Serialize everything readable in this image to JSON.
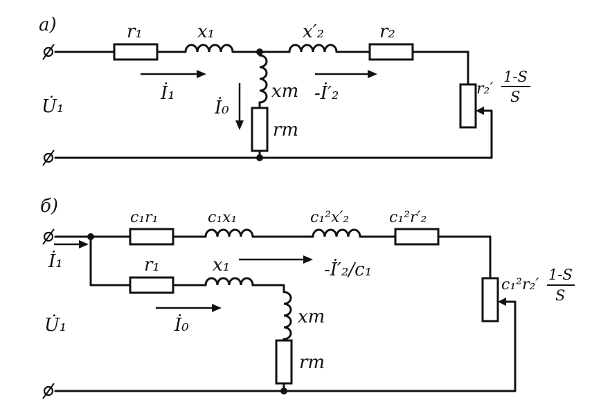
{
  "diagram_a": {
    "tag": "a)",
    "voltage": "U̇₁",
    "r1": "r₁",
    "x1": "x₁",
    "x2p": "x′₂",
    "r2": "r₂",
    "xm": "xm",
    "rm": "rm",
    "i1": "İ₁",
    "i0": "İ₀",
    "i2p": "-İ′₂",
    "load_coeff": "r₂′",
    "load_num": "1-S",
    "load_den": "S"
  },
  "diagram_b": {
    "tag": "б)",
    "voltage": "U̇₁",
    "c1r1": "c₁r₁",
    "c1x1": "c₁x₁",
    "c1sq_x2p": "c₁²x′₂",
    "c1sq_r2p": "c₁²r′₂",
    "i1": "İ₁",
    "r1": "r₁",
    "x1": "x₁",
    "xm": "xm",
    "rm": "rm",
    "i0": "İ₀",
    "i2p_c1": "-İ′₂/c₁",
    "load_coeff": "c₁²r₂′",
    "load_num": "1-S",
    "load_den": "S"
  }
}
